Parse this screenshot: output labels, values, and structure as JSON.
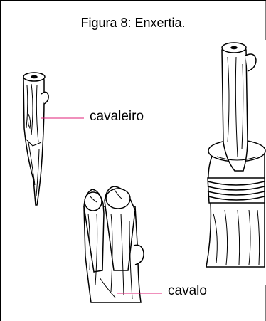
{
  "figure": {
    "caption": "Figura 8: Enxertia.",
    "labels": {
      "scion": "cavaleiro",
      "rootstock": "cavalo"
    }
  },
  "colors": {
    "leader_line": "#e0207a",
    "ink": "#000000"
  }
}
